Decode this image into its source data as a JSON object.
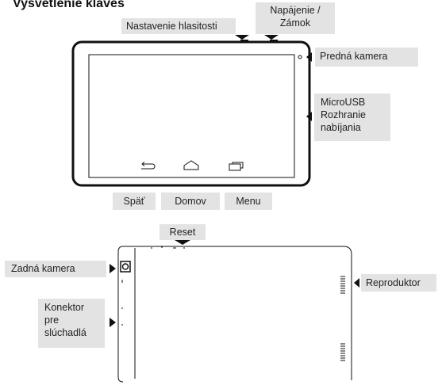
{
  "title": "Vysvetlenie kláves",
  "labels": {
    "volume": "Nastavenie hlasitosti",
    "power_line1": "Napájenie /",
    "power_line2": "Zámok",
    "front_camera": "Predná kamera",
    "usb_line1": "MicroUSB",
    "usb_line2": "Rozhranie",
    "usb_line3": "nabíjania",
    "back": "Späť",
    "home": "Domov",
    "menu": "Menu",
    "reset": "Reset",
    "rear_camera": "Zadná kamera",
    "speaker": "Reproduktor",
    "headphone_line1": "Konektor",
    "headphone_line2": "pre",
    "headphone_line3": "slúchadlá"
  }
}
